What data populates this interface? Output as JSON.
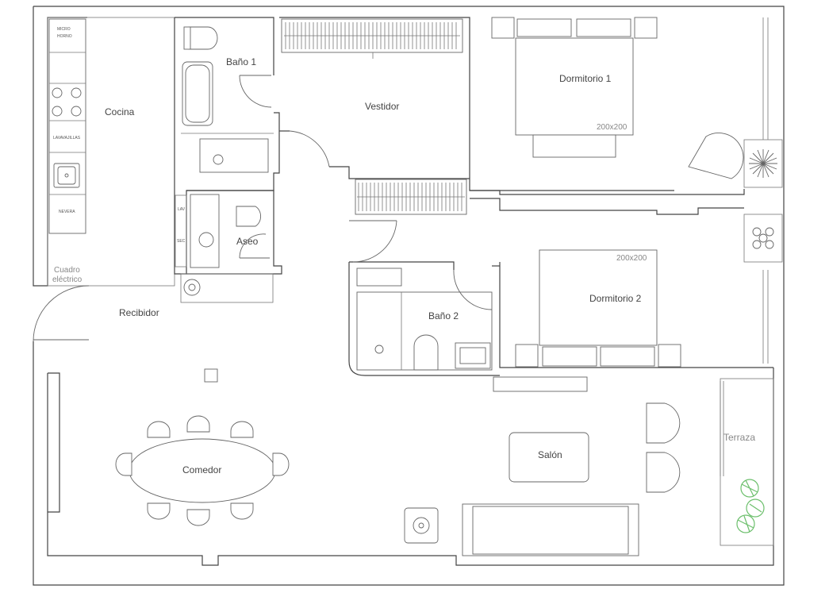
{
  "rooms": {
    "cocina": "Cocina",
    "bano1": "Baño 1",
    "vestidor": "Vestidor",
    "dormitorio1": "Dormitorio 1",
    "aseo": "Aseo",
    "recibidor": "Recibidor",
    "bano2": "Baño 2",
    "dormitorio2": "Dormitorio 2",
    "comedor": "Comedor",
    "salon": "Salón",
    "terraza": "Terraza"
  },
  "labels": {
    "cuadro_line1": "Cuadro",
    "cuadro_line2": "eléctrico",
    "bed1_size": "200x200",
    "bed2_size": "200x200"
  },
  "appliances": {
    "microondas_line1": "MICRO",
    "microondas_line2": "HORNO",
    "lavavajillas": "LAVAVAJILLAS",
    "nevera": "NEVERA",
    "lav": "LAV",
    "sec": "SEC"
  },
  "colors": {
    "walls": "#444444",
    "plants": "#6cbf6c",
    "muted_label": "#888888"
  }
}
